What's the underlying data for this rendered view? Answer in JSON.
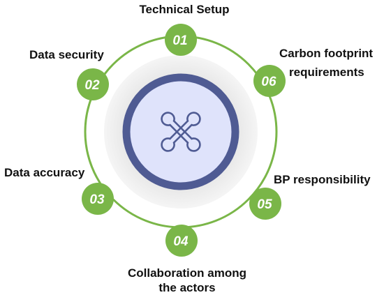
{
  "colors": {
    "ring": "#7ab648",
    "node": "#7ab648",
    "inner_ring": "#4f5b93",
    "inner_fill": "#dfe3fb",
    "halo": "#ececec",
    "icon": "#4f5b93",
    "text": "#111111",
    "number_text": "#ffffff"
  },
  "center": {
    "icon": "wrench-cross-icon"
  },
  "steps": [
    {
      "number": "01",
      "label": [
        "Technical Setup"
      ]
    },
    {
      "number": "02",
      "label": [
        "Data security"
      ]
    },
    {
      "number": "03",
      "label": [
        "Data accuracy"
      ]
    },
    {
      "number": "04",
      "label": [
        "Collaboration among",
        "the actors"
      ]
    },
    {
      "number": "05",
      "label": [
        "BP responsibility"
      ]
    },
    {
      "number": "06",
      "label": [
        "Carbon footprint",
        "requirements"
      ]
    }
  ]
}
